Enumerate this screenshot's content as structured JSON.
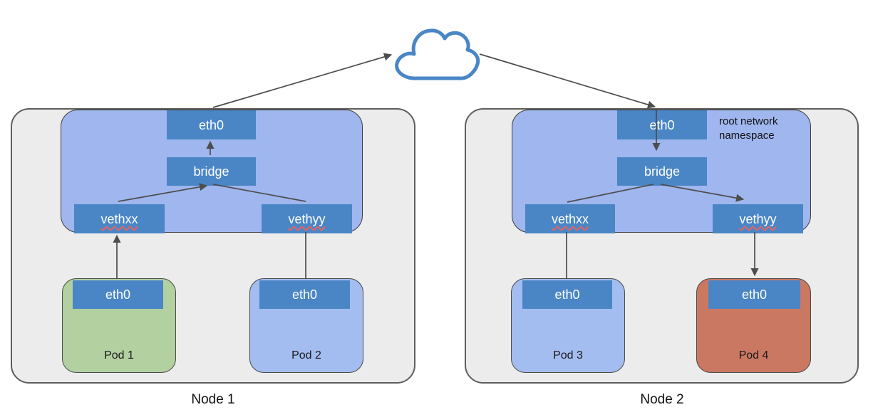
{
  "diagram": {
    "kind": "kubernetes-pod-networking",
    "cloud_icon": "cloud-icon",
    "nodes": [
      {
        "label": "Node 1",
        "namespace": {
          "eth0": "eth0",
          "bridge": "bridge",
          "veth_left": "vethxx",
          "veth_right": "vethyy"
        },
        "pods": [
          {
            "label": "Pod 1",
            "interface": "eth0",
            "color": "#b2d0a0"
          },
          {
            "label": "Pod 2",
            "interface": "eth0",
            "color": "#a3bdf0"
          }
        ]
      },
      {
        "label": "Node 2",
        "namespace": {
          "label": "root network namespace",
          "eth0": "eth0",
          "bridge": "bridge",
          "veth_left": "vethxx",
          "veth_right": "vethyy"
        },
        "pods": [
          {
            "label": "Pod 3",
            "interface": "eth0",
            "color": "#a3bdf0"
          },
          {
            "label": "Pod 4",
            "interface": "eth0",
            "color": "#cb7862"
          }
        ]
      }
    ],
    "connections": [
      {
        "from": "node1.root.eth0",
        "to": "cloud",
        "arrow": true
      },
      {
        "from": "cloud",
        "to": "node2.root.eth0",
        "arrow": true
      },
      {
        "from": "node1.bridge",
        "to": "node1.root.eth0",
        "arrow": true
      },
      {
        "from": "node1.vethxx",
        "to": "node1.bridge",
        "arrow": true
      },
      {
        "from": "node1.vethyy",
        "to": "node1.bridge",
        "arrow": false
      },
      {
        "from": "node1.pod1.eth0",
        "to": "node1.vethxx",
        "arrow": true
      },
      {
        "from": "node1.pod2.eth0",
        "to": "node1.vethyy",
        "arrow": false
      },
      {
        "from": "node2.root.eth0",
        "to": "node2.bridge",
        "arrow": true
      },
      {
        "from": "node2.bridge",
        "to": "node2.vethxx",
        "arrow": false
      },
      {
        "from": "node2.bridge",
        "to": "node2.vethyy",
        "arrow": true
      },
      {
        "from": "node2.vethxx",
        "to": "node2.pod3.eth0",
        "arrow": false
      },
      {
        "from": "node2.vethyy",
        "to": "node2.pod4.eth0",
        "arrow": true
      }
    ],
    "colors": {
      "node_fill": "#ececec",
      "node_border": "#5e5e5e",
      "namespace_fill": "#9fb6ee",
      "interface_box_fill": "#4a86c6",
      "pod_green": "#b2d0a0",
      "pod_blue": "#a3bdf0",
      "pod_red": "#cb7862",
      "cloud_stroke": "#4a86c6",
      "arrow": "#4d4d4d",
      "spellcheck_squiggle": "#e06666"
    }
  }
}
